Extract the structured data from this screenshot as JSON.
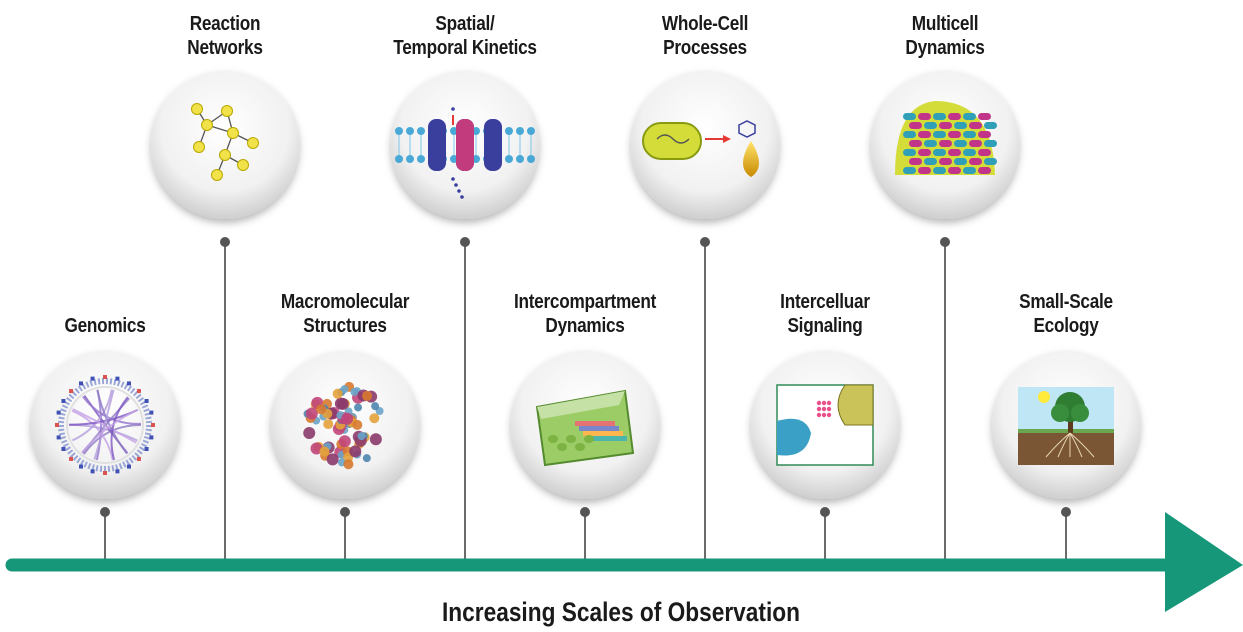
{
  "axis_title": "Increasing Scales of Observation",
  "colors": {
    "arrow": "#17977a",
    "stem": "#6b6b6b",
    "text": "#1a1a1a"
  },
  "stages": [
    {
      "label_lines": [
        "Genomics"
      ],
      "icon": "genome-circos-plot-icon"
    },
    {
      "label_lines": [
        "Reaction",
        "Networks"
      ],
      "icon": "reaction-network-graph-icon"
    },
    {
      "label_lines": [
        "Macromolecular",
        "Structures"
      ],
      "icon": "protein-structure-icon"
    },
    {
      "label_lines": [
        "Spatial/",
        "Temporal Kinetics"
      ],
      "icon": "membrane-transporter-icon"
    },
    {
      "label_lines": [
        "Intercompartment",
        "Dynamics"
      ],
      "icon": "plant-cell-compartments-icon"
    },
    {
      "label_lines": [
        "Whole-Cell",
        "Processes"
      ],
      "icon": "bacterium-oil-production-icon"
    },
    {
      "label_lines": [
        "Intercelluar",
        "Signaling"
      ],
      "icon": "cell-signaling-icon"
    },
    {
      "label_lines": [
        "Multicell",
        "Dynamics"
      ],
      "icon": "biofilm-colony-icon"
    },
    {
      "label_lines": [
        "Small-Scale",
        "Ecology"
      ],
      "icon": "tree-soil-ecology-icon"
    }
  ]
}
